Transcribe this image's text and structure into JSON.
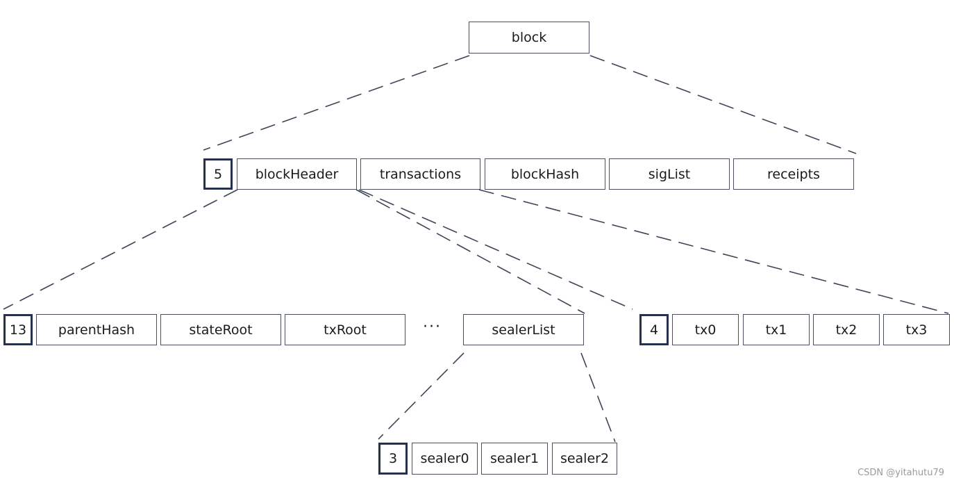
{
  "root": {
    "label": "block"
  },
  "level1": {
    "count": "5",
    "fields": [
      "blockHeader",
      "transactions",
      "blockHash",
      "sigList",
      "receipts"
    ]
  },
  "header_fields": {
    "count": "13",
    "fields": [
      "parentHash",
      "stateRoot",
      "txRoot"
    ],
    "ellipsis": "···",
    "last_field": "sealerList"
  },
  "transactions_list": {
    "count": "4",
    "items": [
      "tx0",
      "tx1",
      "tx2",
      "tx3"
    ]
  },
  "sealer_list": {
    "count": "3",
    "items": [
      "sealer0",
      "sealer1",
      "sealer2"
    ]
  },
  "watermark": "CSDN @yitahutu79"
}
